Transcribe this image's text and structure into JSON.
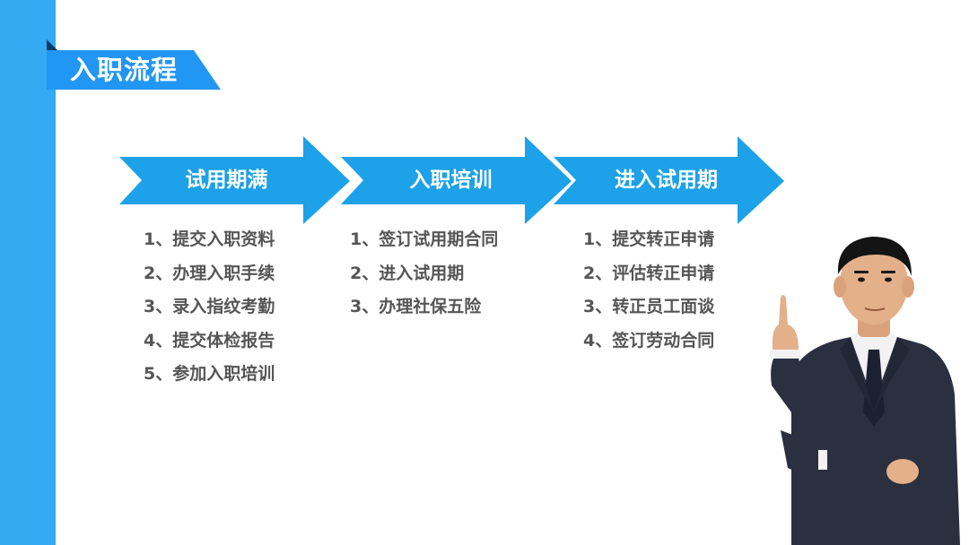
{
  "header": {
    "title": "入职流程"
  },
  "colors": {
    "accent": "#33aaf2",
    "arrow": "#1da1e8",
    "title_tab": "#2196f3",
    "title_fold": "#0c3a69",
    "list_text": "#555555"
  },
  "flow": {
    "steps": [
      {
        "label": "试用期满",
        "items": [
          "1、提交入职资料",
          "2、办理入职手续",
          "3、录入指纹考勤",
          "4、提交体检报告",
          "5、参加入职培训"
        ]
      },
      {
        "label": "入职培训",
        "items": [
          "1、签订试用期合同",
          "2、进入试用期",
          "3、办理社保五险"
        ]
      },
      {
        "label": "进入试用期",
        "items": [
          "1、提交转正申请",
          "2、评估转正申请",
          "3、转正员工面谈",
          "4、签订劳动合同"
        ]
      }
    ]
  },
  "illustration": {
    "icon": "businessman-pointing-up-icon"
  }
}
